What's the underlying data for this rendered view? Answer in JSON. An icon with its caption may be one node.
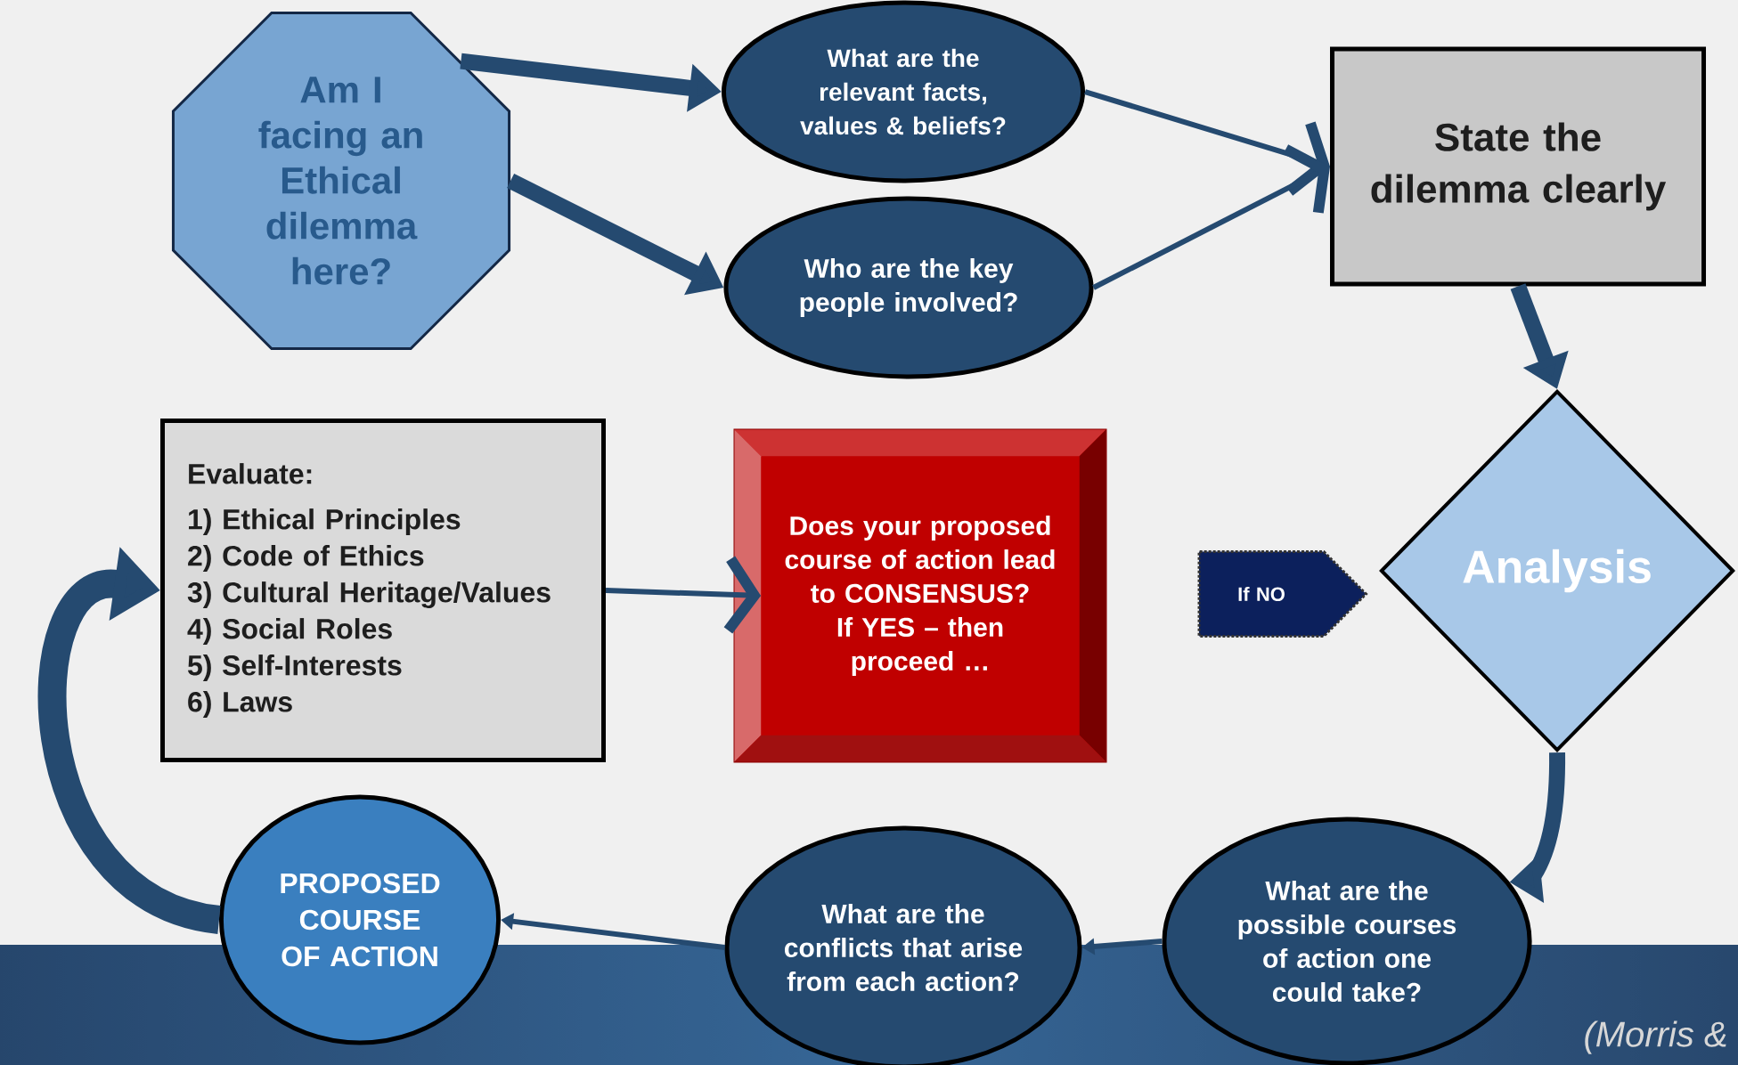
{
  "diagram": {
    "nodes": [
      {
        "text": [
          "Am I facing an Ethical dilemma here?"
        ]
      },
      {
        "text": [
          "What are the relevant facts, values & beliefs?"
        ]
      },
      {
        "text": [
          "Who are the key people involved?"
        ]
      },
      {
        "text": [
          "State the dilemma clearly"
        ]
      },
      {
        "text": [
          "Analysis"
        ]
      },
      {
        "text": [
          "What are the possible courses of action one could take?"
        ]
      },
      {
        "text": [
          "What are the conflicts that arise from each action?"
        ]
      },
      {
        "text": [
          "PROPOSED COURSE OF ACTION"
        ]
      },
      {
        "text": [
          "Evaluate:",
          "1) Ethical Principles",
          "2) Code of Ethics",
          "3) Cultural Heritage/Values",
          "4) Social Roles",
          "5) Self-Interests",
          "6) Laws"
        ]
      },
      {
        "text": [
          "Does your proposed course of action lead to CONSENSUS?",
          "If YES – then proceed …"
        ]
      },
      {
        "text": [
          "If NO"
        ]
      }
    ],
    "edges": [
      {
        "from": 0,
        "to": 1,
        "arrow": "to",
        "style": "thick"
      },
      {
        "from": 0,
        "to": 2,
        "arrow": "to",
        "style": "thick"
      },
      {
        "from": 1,
        "to": 3,
        "arrow": "to"
      },
      {
        "from": 2,
        "to": 3,
        "arrow": "to"
      },
      {
        "from": 3,
        "to": 4,
        "arrow": "to",
        "style": "thick"
      },
      {
        "from": 4,
        "to": 5,
        "arrow": "to",
        "style": "thick"
      },
      {
        "from": 5,
        "to": 6,
        "arrow": "to"
      },
      {
        "from": 6,
        "to": 7,
        "arrow": "to"
      },
      {
        "from": 7,
        "to": 8,
        "arrow": "to",
        "style": "thick"
      },
      {
        "from": 8,
        "to": 9,
        "arrow": "to"
      }
    ],
    "labels": [
      "(Morris &"
    ]
  }
}
